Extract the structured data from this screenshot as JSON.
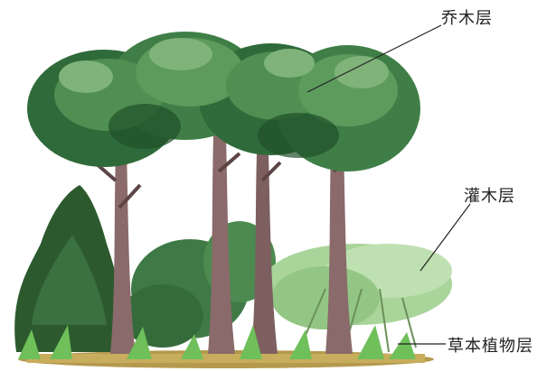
{
  "labels": {
    "tree_layer": "乔木层",
    "shrub_layer": "灌木层",
    "herb_layer": "草本植物层"
  },
  "colors": {
    "canopy_dark": "#2f6b3a",
    "canopy_mid": "#4f8f52",
    "canopy_light": "#7fb37a",
    "trunk": "#8a6a6a",
    "trunk_dark": "#5e4545",
    "shrub_dark": "#2c5a2e",
    "shrub_light": "#a9d49a",
    "grass": "#6fbf5a",
    "ground": "#b59a4e",
    "leader_line": "#222222"
  }
}
